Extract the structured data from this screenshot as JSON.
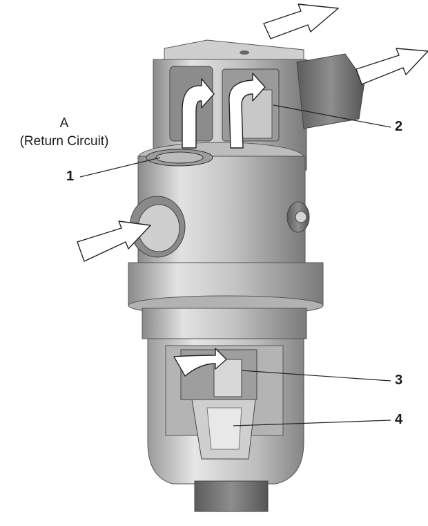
{
  "labels": {
    "inlet_letter": "A",
    "inlet_caption": "(Return Circuit)",
    "callouts": [
      "1",
      "2",
      "3",
      "4"
    ]
  },
  "colors": {
    "body_light": "#d9d9d9",
    "body_mid": "#a8a8a8",
    "body_dark": "#6e6e6e",
    "arrow_fill": "#ffffff",
    "line": "#222222"
  }
}
